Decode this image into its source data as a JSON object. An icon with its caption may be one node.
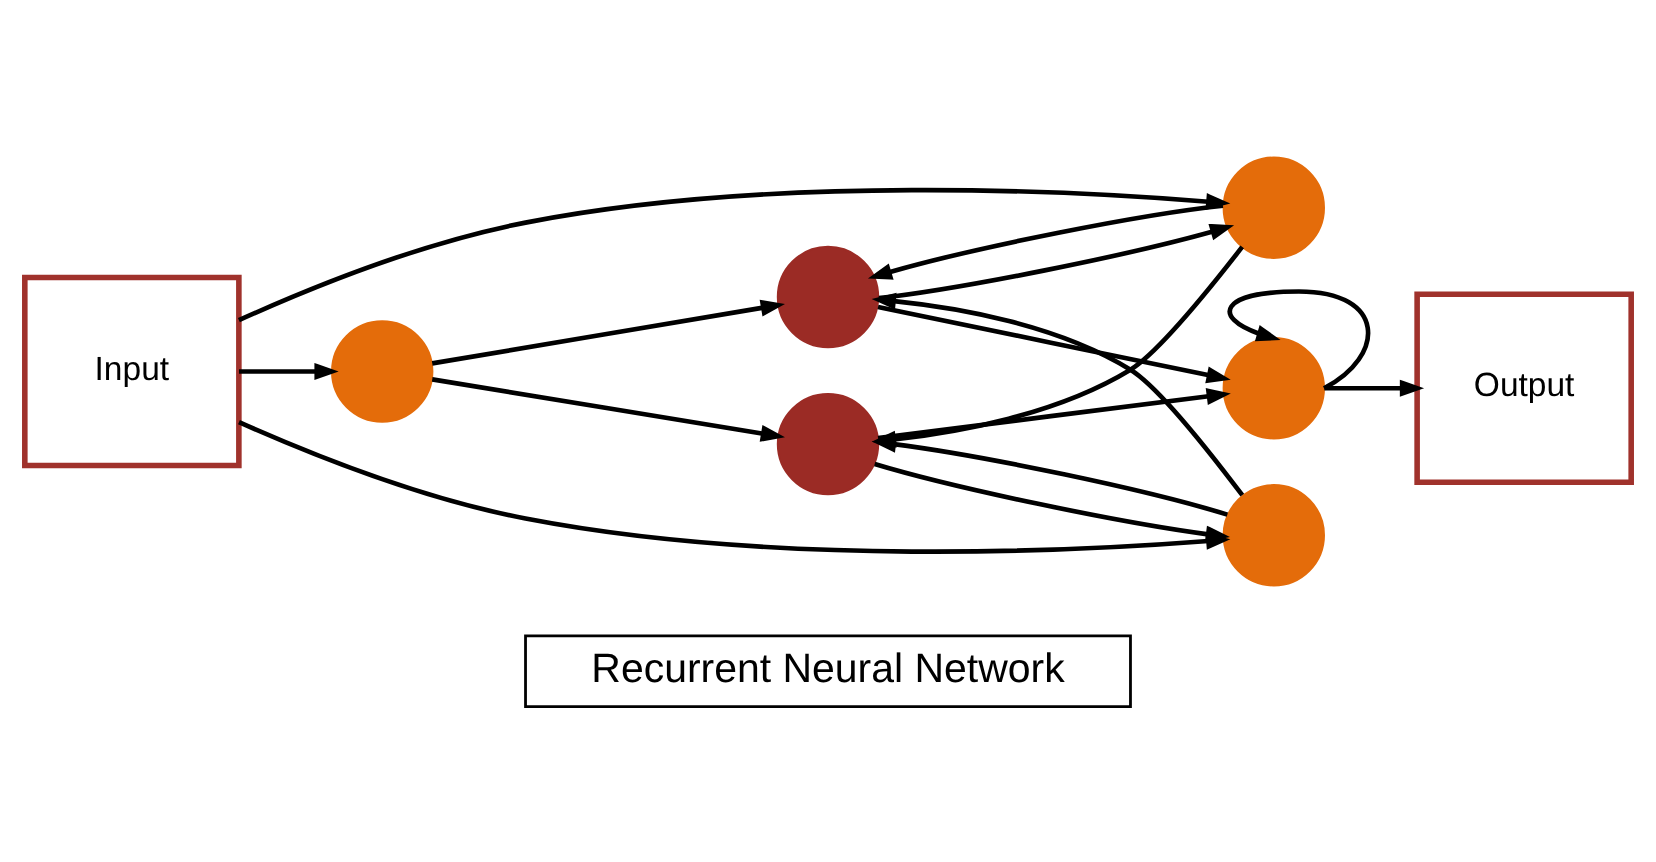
{
  "diagram": {
    "nodes": [
      {
        "text": [
          "Recurrent Neural Network"
        ]
      },
      {
        "text": [
          "Input"
        ]
      },
      {
        "text": [],
        "shape": "circle"
      },
      {
        "text": [],
        "shape": "circle"
      },
      {
        "text": [],
        "shape": "circle"
      },
      {
        "text": [],
        "shape": "circle"
      },
      {
        "text": [],
        "shape": "circle"
      },
      {
        "text": [],
        "shape": "circle"
      },
      {
        "text": [
          "Output"
        ]
      }
    ],
    "edges": [
      {
        "from": 1,
        "to": 2,
        "arrow": "to"
      },
      {
        "from": 1,
        "to": 3,
        "arrow": "to"
      },
      {
        "from": 1,
        "to": 4,
        "arrow": "to"
      },
      {
        "from": 2,
        "to": 5,
        "arrow": "to"
      },
      {
        "from": 2,
        "to": 6,
        "arrow": "to"
      },
      {
        "from": 3,
        "to": 5,
        "arrow": "to"
      },
      {
        "from": 3,
        "to": 6,
        "arrow": "to"
      },
      {
        "from": 4,
        "to": 5,
        "arrow": "to"
      },
      {
        "from": 4,
        "to": 6,
        "arrow": "to"
      },
      {
        "from": 5,
        "to": 2,
        "arrow": "to"
      },
      {
        "from": 6,
        "to": 4,
        "arrow": "to"
      },
      {
        "from": 5,
        "to": 7,
        "arrow": "to"
      },
      {
        "from": 6,
        "to": 7,
        "arrow": "to"
      },
      {
        "from": 7,
        "to": 7,
        "arrow": "to"
      },
      {
        "from": 7,
        "to": 8,
        "arrow": "to"
      }
    ]
  }
}
